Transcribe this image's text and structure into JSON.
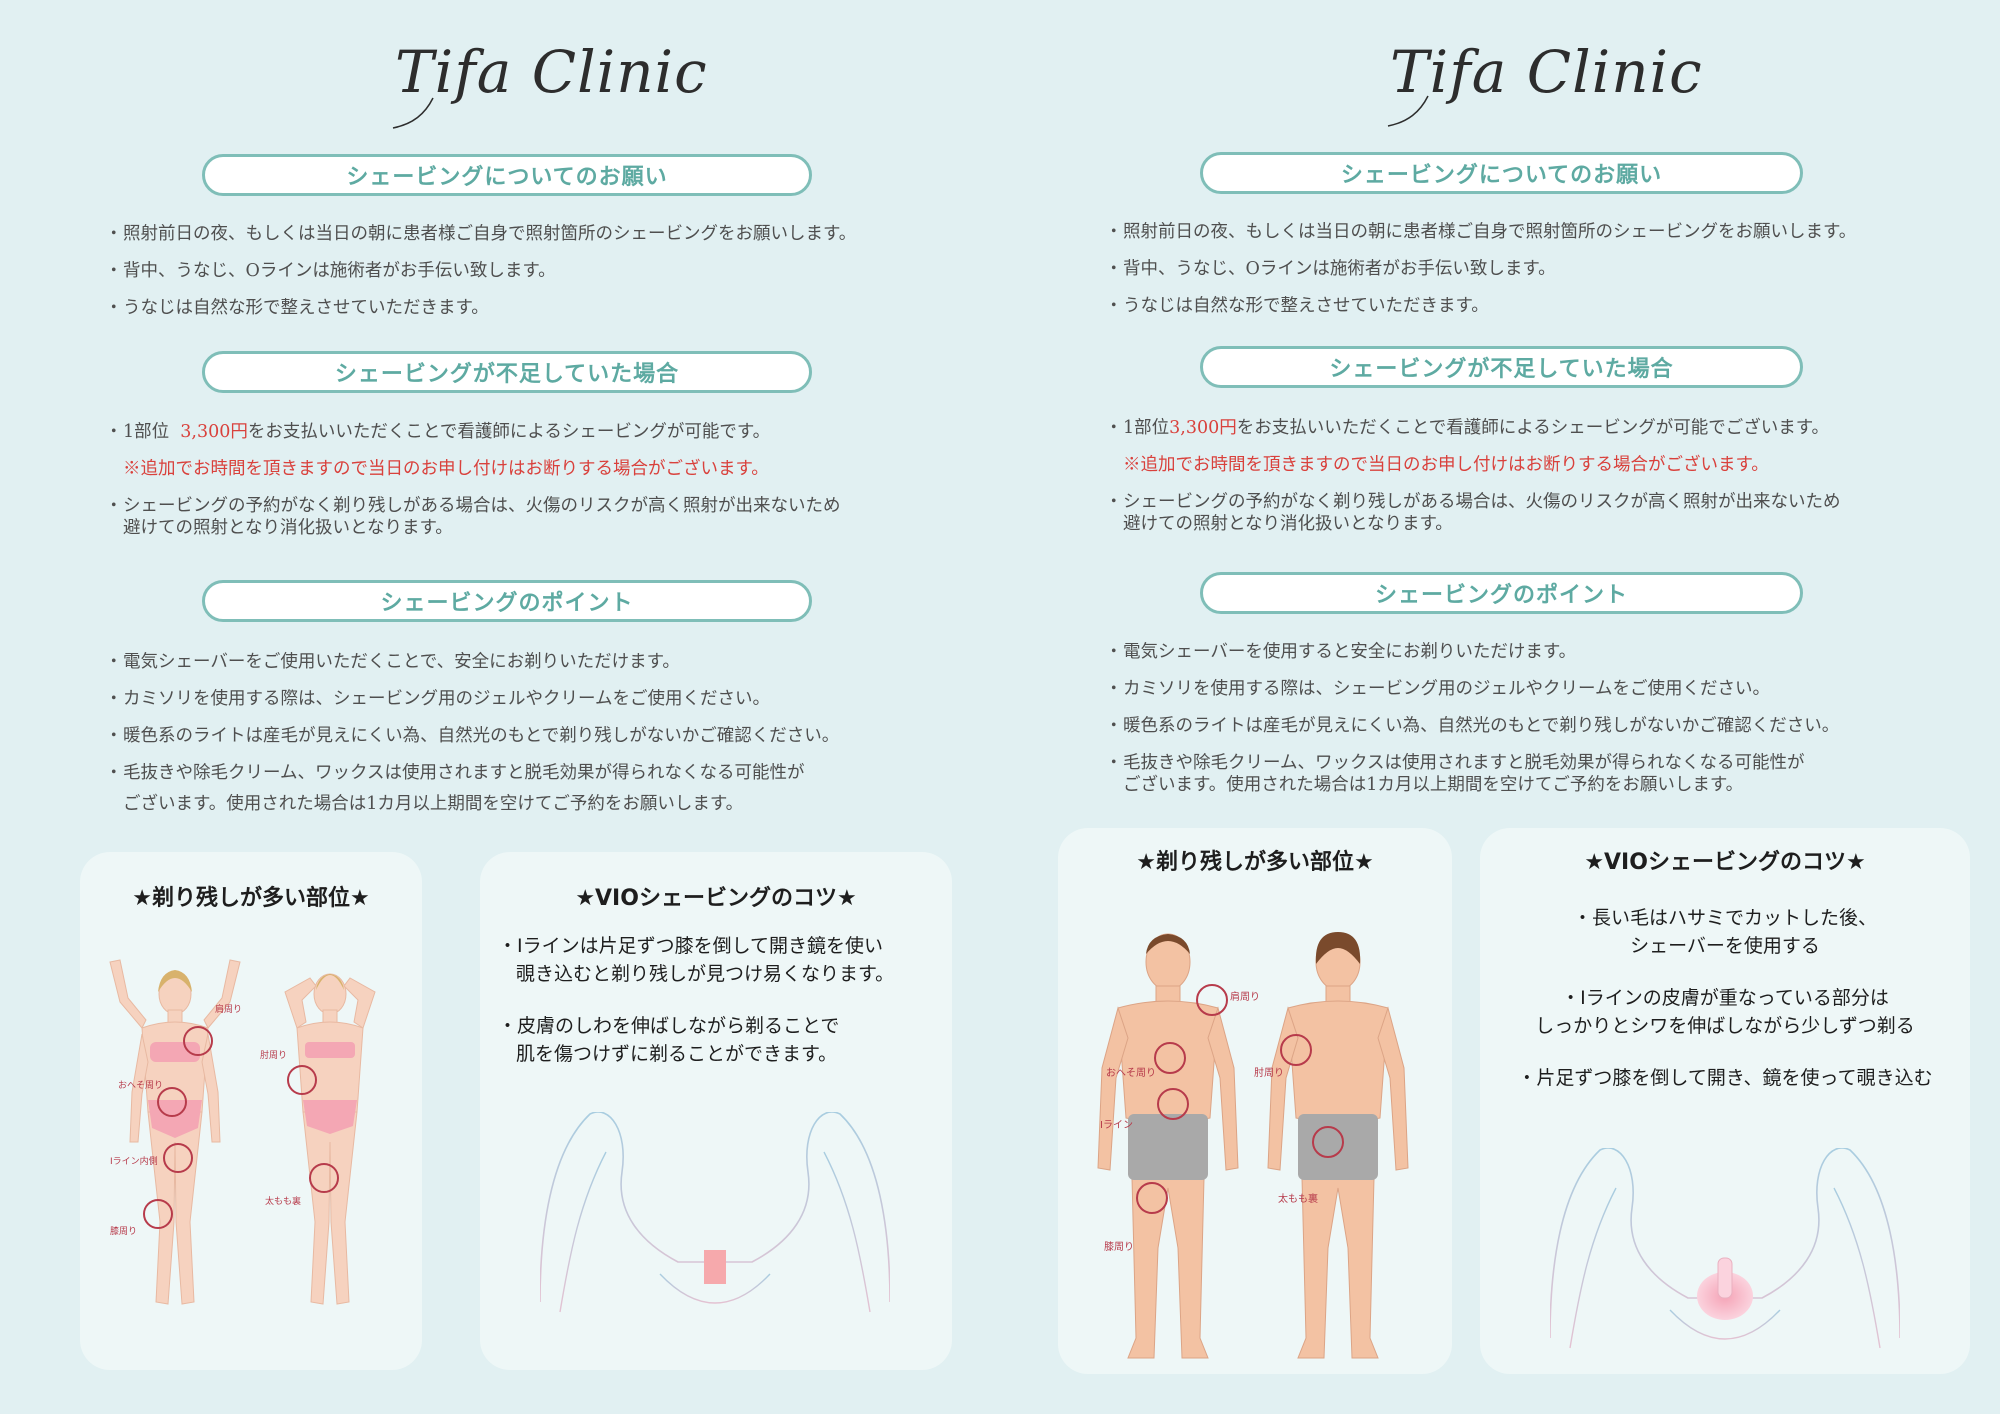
{
  "left": {
    "logo": "Tifa Clinic",
    "section1_title": "シェービングについてのお願い",
    "section1_items": [
      "照射前日の夜、もしくは当日の朝に患者様ご自身で照射箇所のシェービングをお願いします。",
      "背中、うなじ、Oラインは施術者がお手伝い致します。",
      "うなじは自然な形で整えさせていただきます。"
    ],
    "section2_title": "シェービングが不足していた場合",
    "section2_item1_pre": "1部位",
    "section2_price": "3,300円",
    "section2_item1_post": "をお支払いいただくことで看護師によるシェービングが可能です。",
    "section2_warning": "※追加でお時間を頂きますので当日のお申し付けはお断りする場合がございます。",
    "section2_item2_line1": "シェービングの予約がなく剃り残しがある場合は、火傷のリスクが高く照射が出来ないため",
    "section2_item2_line2": "避けての照射となり消化扱いとなります。",
    "section3_title": "シェービングのポイント",
    "section3_items": [
      "電気シェーバーをご使用いただくことで、安全にお剃りいただけます。",
      "カミソリを使用する際は、シェービング用のジェルやクリームをご使用ください。",
      "暖色系のライトは産毛が見えにくい為、自然光のもとで剃り残しがないかご確認ください。"
    ],
    "section3_item4_line1": "毛抜きや除毛クリーム、ワックスは使用されますと脱毛効果が得られなくなる可能性が",
    "section3_item4_line2": "ございます。使用された場合は1カ月以上期間を空けてご予約をお願いします。",
    "card1_title": "★剃り残しが多い部位★",
    "card1_labels": [
      "肩周り",
      "肘周り",
      "おへそ周り",
      "Iライン内側",
      "太もも裏",
      "膝周り"
    ],
    "card2_title": "★VIOシェービングのコツ★",
    "card2_lines": [
      "・Iラインは片足ずつ膝を倒して開き鏡を使い",
      "覗き込むと剃り残しが見つけ易くなります。",
      "・皮膚のしわを伸ばしながら剃ることで",
      "肌を傷つけずに剃ることができます。"
    ]
  },
  "right": {
    "logo": "Tifa Clinic",
    "section1_title": "シェービングについてのお願い",
    "section1_items": [
      "照射前日の夜、もしくは当日の朝に患者様ご自身で照射箇所のシェービングをお願いします。",
      "背中、うなじ、Oラインは施術者がお手伝い致します。",
      "うなじは自然な形で整えさせていただきます。"
    ],
    "section2_title": "シェービングが不足していた場合",
    "section2_item1_pre": "1部位",
    "section2_price": "3,300円",
    "section2_item1_post": "をお支払いいただくことで看護師によるシェービングが可能でございます。",
    "section2_warning": "※追加でお時間を頂きますので当日のお申し付けはお断りする場合がございます。",
    "section2_item2_line1": "シェービングの予約がなく剃り残しがある場合は、火傷のリスクが高く照射が出来ないため",
    "section2_item2_line2": "避けての照射となり消化扱いとなります。",
    "section3_title": "シェービングのポイント",
    "section3_items": [
      "電気シェーバーを使用すると安全にお剃りいただけます。",
      "カミソリを使用する際は、シェービング用のジェルやクリームをご使用ください。",
      "暖色系のライトは産毛が見えにくい為、自然光のもとで剃り残しがないかご確認ください。"
    ],
    "section3_item4_line1": "毛抜きや除毛クリーム、ワックスは使用されますと脱毛効果が得られなくなる可能性が",
    "section3_item4_line2": "ございます。使用された場合は1カ月以上期間を空けてご予約をお願いします。",
    "card1_title": "★剃り残しが多い部位★",
    "card1_labels": [
      "肩周り",
      "肘周り",
      "おへそ周り",
      "Iライン",
      "太もも裏",
      "膝周り"
    ],
    "card2_title": "★VIOシェービングのコツ★",
    "card2_lines": [
      "・長い毛はハサミでカットした後、",
      "シェーバーを使用する",
      "・Iラインの皮膚が重なっている部分は",
      "しっかりとシワを伸ばしながら少しずつ剃る",
      "・片足ずつ膝を倒して開き、鏡を使って覗き込む"
    ]
  },
  "colors": {
    "background": "#e1f0f2",
    "accent": "#7fbeb8",
    "accent_text": "#5eaaa2",
    "warning": "#d9413c",
    "marker": "#b73b4b",
    "card": "#eef7f7"
  }
}
